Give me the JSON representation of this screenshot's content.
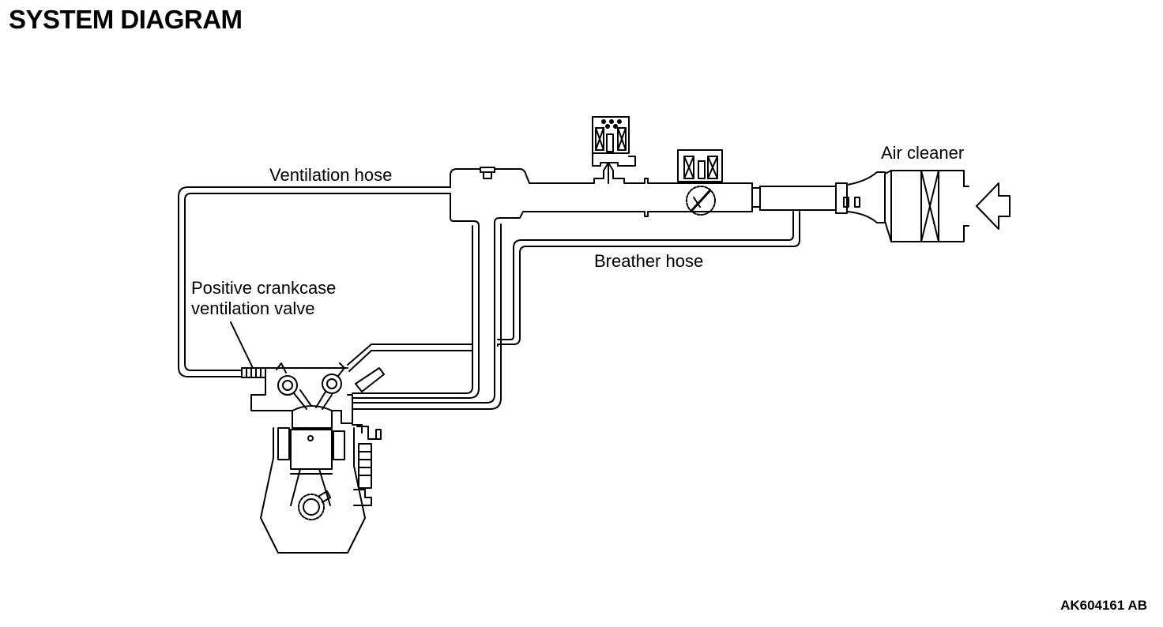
{
  "title": "SYSTEM DIAGRAM",
  "labels": {
    "ventilation_hose": "Ventilation hose",
    "air_cleaner": "Air cleaner",
    "breather_hose": "Breather hose",
    "pcv_line1": "Positive crankcase",
    "pcv_line2": "ventilation valve"
  },
  "figure_id": "AK604161 AB",
  "colors": {
    "line": "#000000",
    "background": "#ffffff"
  }
}
